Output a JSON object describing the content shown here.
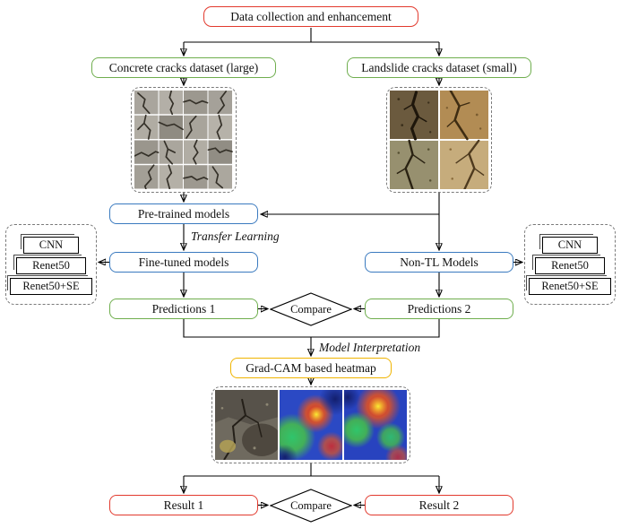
{
  "nodes": {
    "data_collection": "Data collection and enhancement",
    "concrete_dataset": "Concrete cracks dataset (large)",
    "landslide_dataset": "Landslide cracks dataset (small)",
    "pretrained": "Pre-trained models",
    "fine_tuned": "Fine-tuned models",
    "non_tl": "Non-TL Models",
    "predictions1": "Predictions 1",
    "predictions2": "Predictions 2",
    "gradcam": "Grad-CAM based heatmap",
    "result1": "Result 1",
    "result2": "Result 2"
  },
  "labels": {
    "transfer_learning": "Transfer Learning",
    "model_interpretation": "Model Interpretation",
    "compare1": "Compare",
    "compare2": "Compare"
  },
  "stack": {
    "items": [
      "CNN",
      "Renet50",
      "Renet50+SE"
    ]
  },
  "colors": {
    "red": "#e23a2e",
    "green": "#6fae4e",
    "blue": "#3a7abf",
    "yellow": "#f0b400",
    "line": "#000000"
  }
}
